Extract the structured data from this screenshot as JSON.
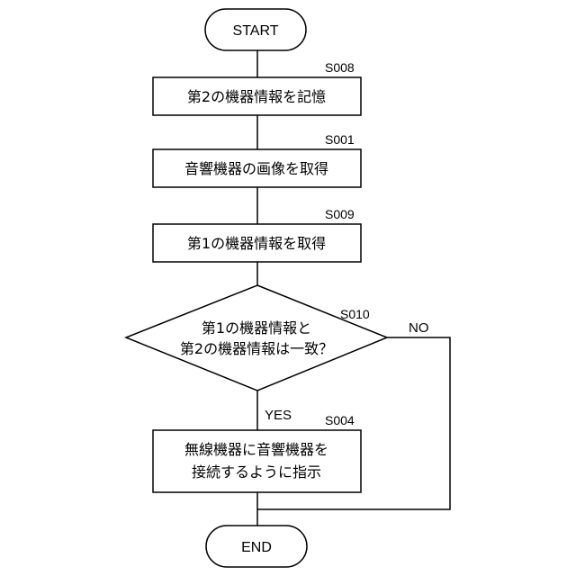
{
  "flowchart": {
    "start": {
      "label": "START"
    },
    "end": {
      "label": "END"
    },
    "steps": [
      {
        "id": "S008",
        "lines": [
          "第2の機器情報を記憶"
        ]
      },
      {
        "id": "S001",
        "lines": [
          "音響機器の画像を取得"
        ]
      },
      {
        "id": "S009",
        "lines": [
          "第1の機器情報を取得"
        ]
      },
      {
        "id": "S004",
        "lines": [
          "無線機器に音響機器を",
          "接続するように指示"
        ]
      }
    ],
    "decision": {
      "id": "S010",
      "lines": [
        "第1の機器情報と",
        "第2の機器情報は一致？"
      ],
      "yes_label": "YES",
      "no_label": "NO"
    }
  }
}
